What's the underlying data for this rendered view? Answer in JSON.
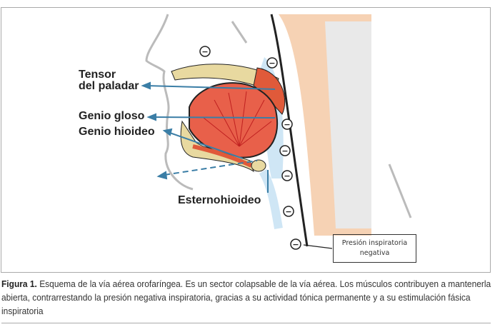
{
  "figure": {
    "labels": {
      "tensor_1": "Tensor",
      "tensor_2": "del paladar",
      "genio_gloso": "Genio gloso",
      "genio_hioideo": "Genio hioideo",
      "esternohioideo": "Esternohioideo"
    },
    "minus_sign": "−",
    "pressure_box": {
      "line1": "Presión inspiratoria",
      "line2": "negativa"
    }
  },
  "caption": {
    "label": "Figura 1.",
    "text": " Esquema de la vía aérea orofaríngea. Es un sector colapsable de la vía aérea. Los músculos contribuyen a mantenerla abierta, contrarrestando la presión negativa inspiratoria, gracias a su actividad tónica permanente y a su estimulación fásica inspiratoria"
  }
}
